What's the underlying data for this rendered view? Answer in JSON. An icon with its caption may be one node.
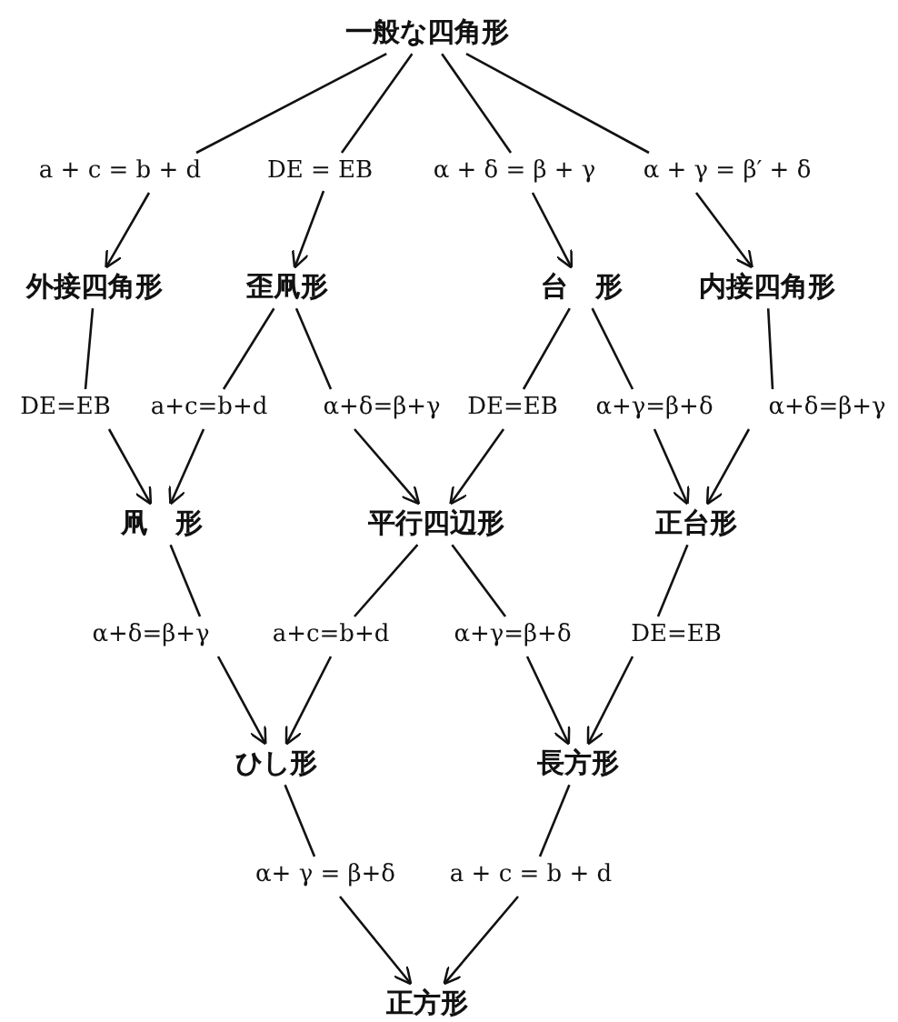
{
  "diagram": {
    "nodes": [
      {
        "text": [
          "一般な四角形"
        ]
      },
      {
        "text": [
          "外接四角形"
        ]
      },
      {
        "text": [
          "歪凧形"
        ]
      },
      {
        "text": [
          "台　形"
        ]
      },
      {
        "text": [
          "内接四角形"
        ]
      },
      {
        "text": [
          "凧　形"
        ]
      },
      {
        "text": [
          "平行四辺形"
        ]
      },
      {
        "text": [
          "正台形"
        ]
      },
      {
        "text": [
          "ひし形"
        ]
      },
      {
        "text": [
          "長方形"
        ]
      },
      {
        "text": [
          "正方形"
        ]
      }
    ],
    "edges": [
      {
        "from": 0,
        "to": 1,
        "arrow": "to",
        "label": "a + c = b + d"
      },
      {
        "from": 0,
        "to": 2,
        "arrow": "to",
        "label": "DE = EB"
      },
      {
        "from": 0,
        "to": 3,
        "arrow": "to",
        "label": "α + δ = β + γ"
      },
      {
        "from": 0,
        "to": 4,
        "arrow": "to",
        "label": "α + γ = β′ + δ"
      },
      {
        "from": 1,
        "to": 5,
        "arrow": "to",
        "label": "DE=EB"
      },
      {
        "from": 2,
        "to": 5,
        "arrow": "to",
        "label": "a+c=b+d"
      },
      {
        "from": 2,
        "to": 6,
        "arrow": "to",
        "label": "α+δ=β+γ"
      },
      {
        "from": 3,
        "to": 6,
        "arrow": "to",
        "label": "DE=EB"
      },
      {
        "from": 3,
        "to": 7,
        "arrow": "to",
        "label": "α+γ=β+δ"
      },
      {
        "from": 4,
        "to": 7,
        "arrow": "to",
        "label": "α+δ=β+γ"
      },
      {
        "from": 5,
        "to": 8,
        "arrow": "to",
        "label": "α+δ=β+γ"
      },
      {
        "from": 6,
        "to": 8,
        "arrow": "to",
        "label": "a+c=b+d"
      },
      {
        "from": 6,
        "to": 9,
        "arrow": "to",
        "label": "α+γ=β+δ"
      },
      {
        "from": 7,
        "to": 9,
        "arrow": "to",
        "label": "DE=EB"
      },
      {
        "from": 8,
        "to": 10,
        "arrow": "to",
        "label": "α+ γ = β+δ"
      },
      {
        "from": 9,
        "to": 10,
        "arrow": "to",
        "label": "a + c = b + d"
      }
    ]
  }
}
